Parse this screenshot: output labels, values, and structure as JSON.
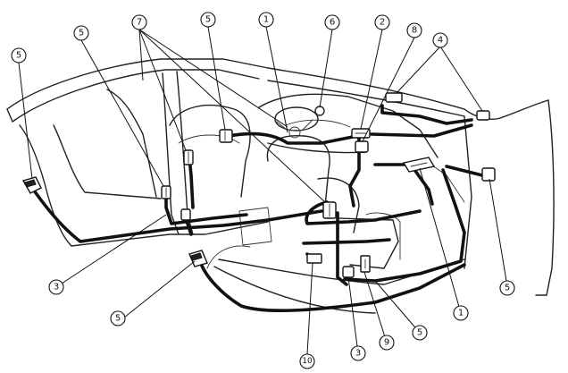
{
  "callouts": [
    {
      "id": "c5-far-left",
      "label": "5"
    },
    {
      "id": "c5-upper-left",
      "label": "5"
    },
    {
      "id": "c7",
      "label": "7"
    },
    {
      "id": "c5-upper-mid",
      "label": "5"
    },
    {
      "id": "c1-top",
      "label": "1"
    },
    {
      "id": "c6",
      "label": "6"
    },
    {
      "id": "c2",
      "label": "2"
    },
    {
      "id": "c8",
      "label": "8"
    },
    {
      "id": "c4",
      "label": "4"
    },
    {
      "id": "c3-left",
      "label": "3"
    },
    {
      "id": "c5-lower-left",
      "label": "5"
    },
    {
      "id": "c10",
      "label": "10"
    },
    {
      "id": "c3-bottom",
      "label": "3"
    },
    {
      "id": "c9",
      "label": "9"
    },
    {
      "id": "c5-bottom",
      "label": "5"
    },
    {
      "id": "c1-right",
      "label": "1"
    },
    {
      "id": "c5-right",
      "label": "5"
    }
  ]
}
